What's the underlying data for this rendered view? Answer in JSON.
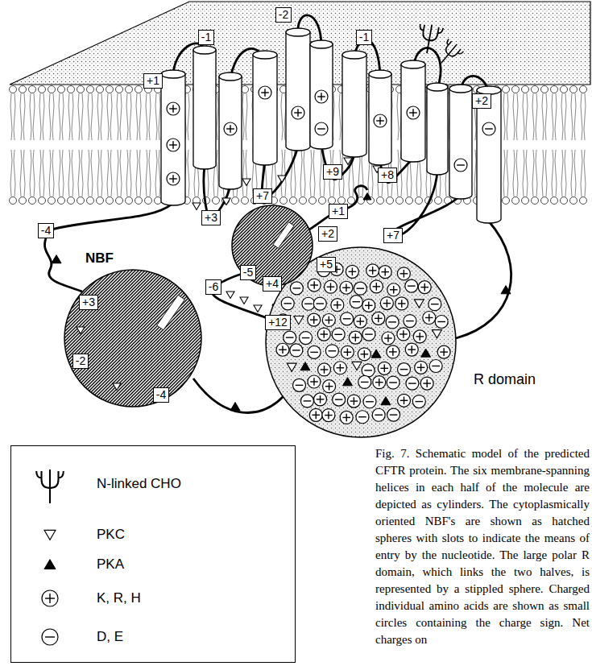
{
  "diagram": {
    "caption": "Fig. 7. Schematic model of the predicted CFTR protein. The six membrane-spanning helices in each half of the molecule are depicted as cylinders. The cytoplasmically oriented NBF's are shown as hatched spheres with slots to indicate the means of entry by the nucleotide. The large polar R domain, which links the two halves, is represented by a stippled sphere. Charged individual amino acids are shown as small circles containing the charge sign. Net charges on",
    "nodes": [
      {
        "text": [
          "-2"
        ]
      },
      {
        "text": [
          "-1"
        ]
      },
      {
        "text": [
          "-1"
        ]
      },
      {
        "text": [
          "+1"
        ]
      },
      {
        "text": [
          "+2"
        ]
      },
      {
        "text": [
          "+9"
        ]
      },
      {
        "text": [
          "+8"
        ]
      },
      {
        "text": [
          "+7"
        ]
      },
      {
        "text": [
          "+1"
        ]
      },
      {
        "text": [
          "+3"
        ]
      },
      {
        "text": [
          "+7"
        ]
      },
      {
        "text": [
          "-4"
        ]
      },
      {
        "text": [
          "+2"
        ]
      },
      {
        "text": [
          "+5"
        ]
      },
      {
        "text": [
          "-5"
        ]
      },
      {
        "text": [
          "+4"
        ]
      },
      {
        "text": [
          "-6"
        ]
      },
      {
        "text": [
          "+3"
        ]
      },
      {
        "text": [
          "+12"
        ]
      },
      {
        "text": [
          "-2"
        ]
      },
      {
        "text": [
          "-4"
        ]
      }
    ],
    "labels": [
      "NBF",
      "R domain"
    ],
    "legend": [
      {
        "text": "N-linked CHO"
      },
      {
        "text": "PKC"
      },
      {
        "text": "PKA"
      },
      {
        "text": "K, R, H"
      },
      {
        "text": "D, E"
      }
    ]
  }
}
